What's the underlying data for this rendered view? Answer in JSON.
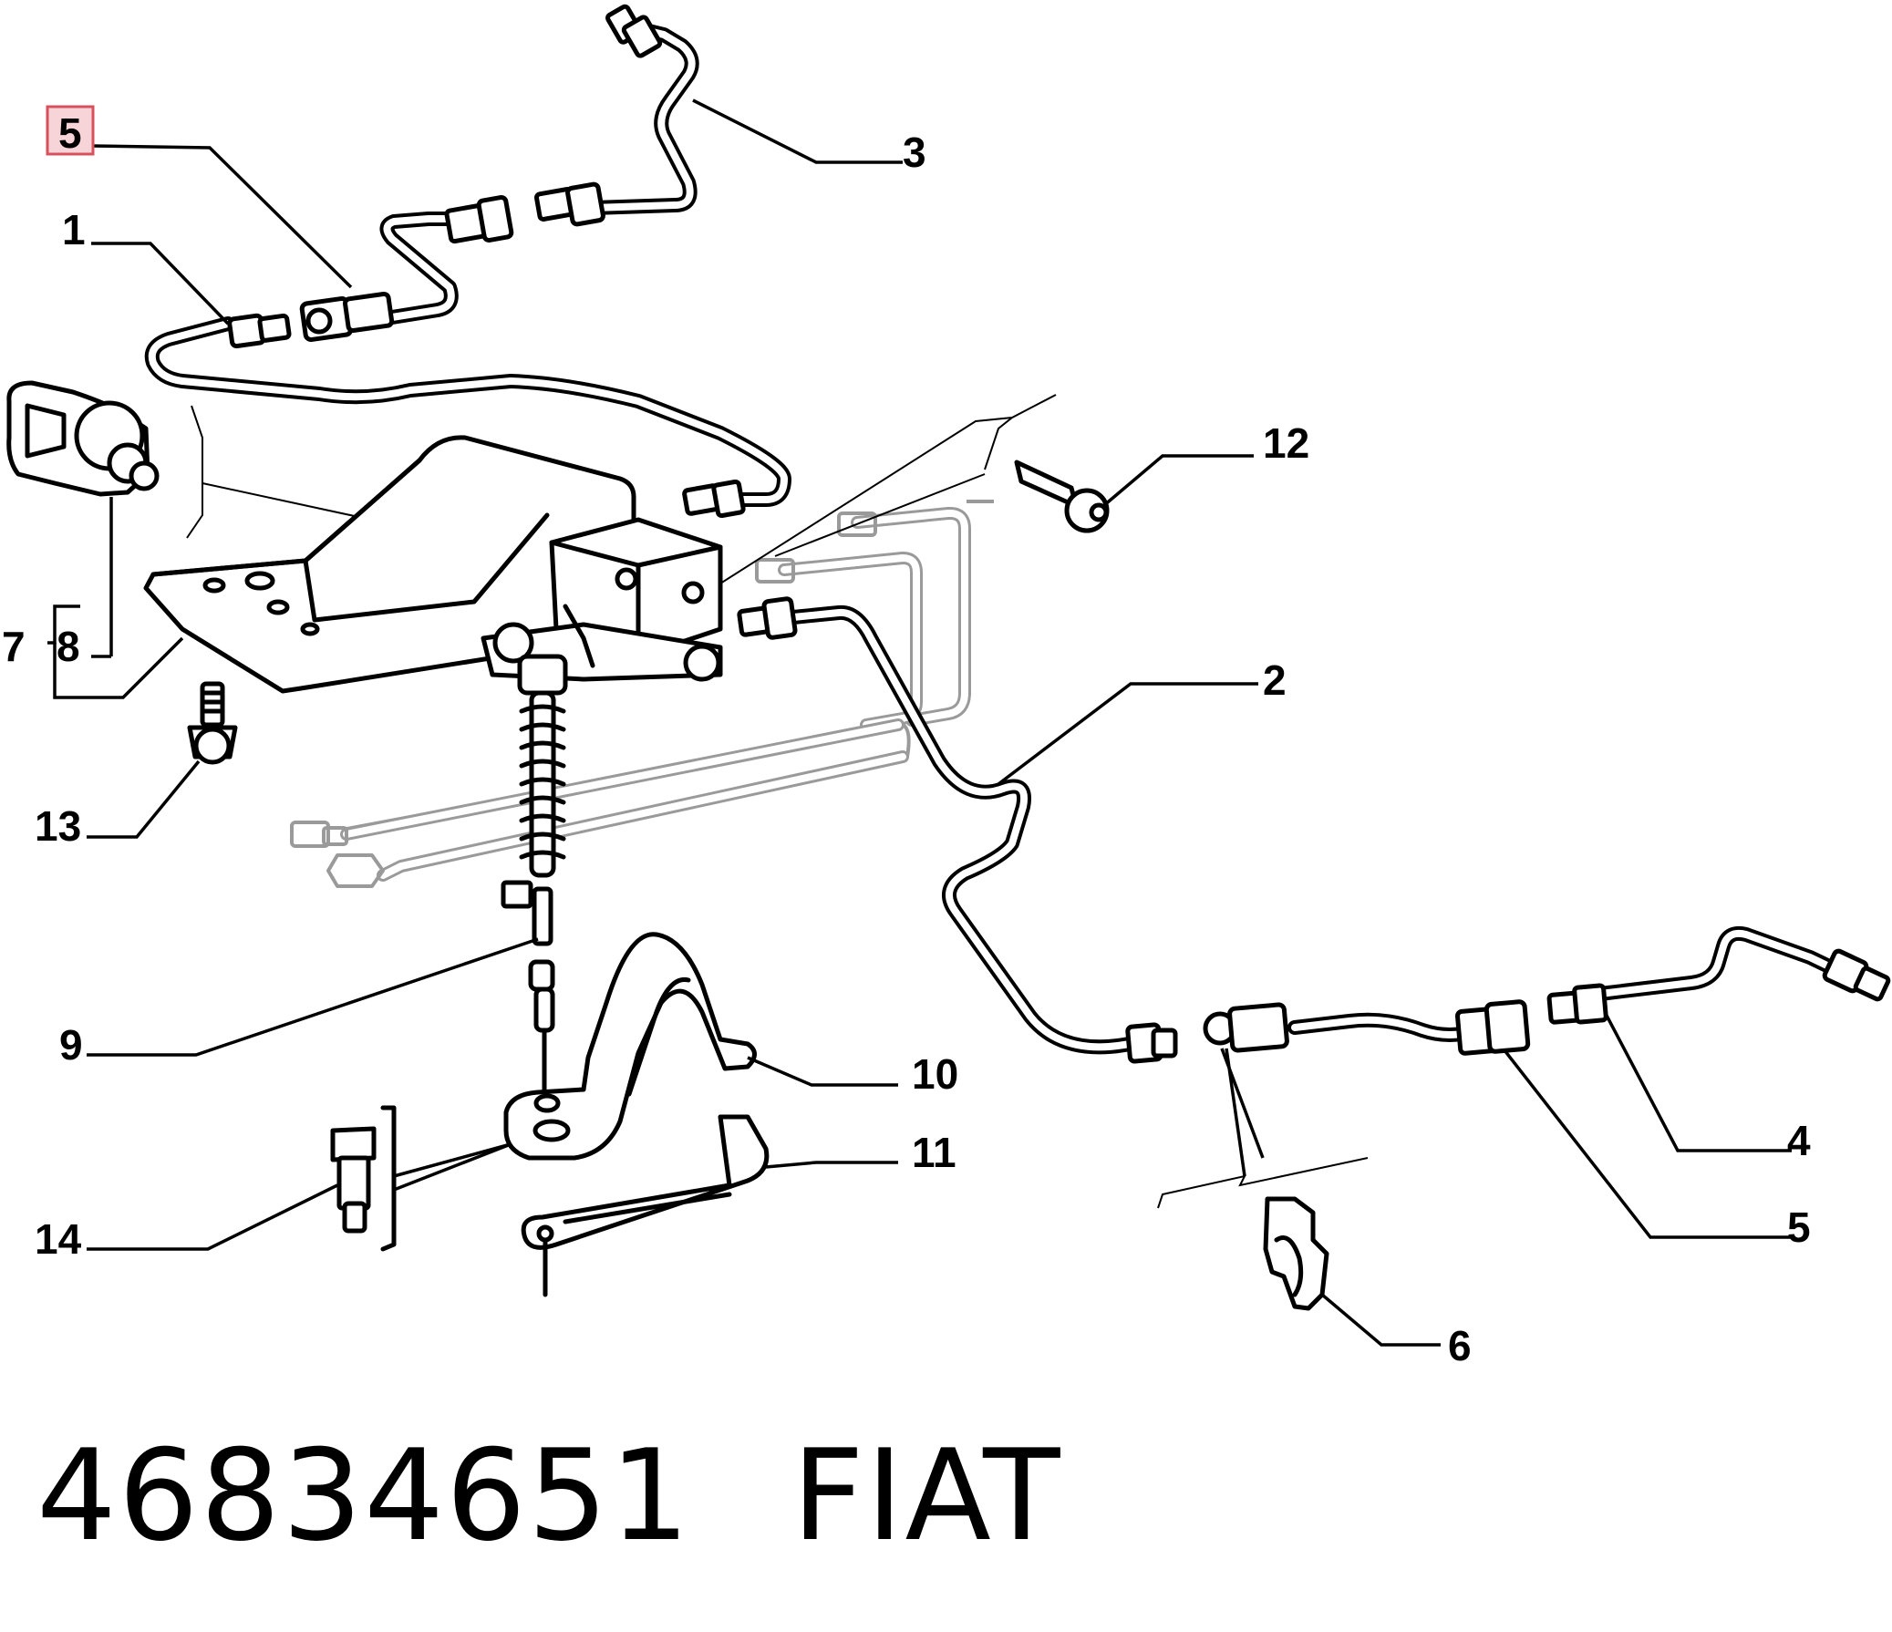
{
  "callouts": {
    "c1": "1",
    "c2": "2",
    "c3": "3",
    "c4": "4",
    "c5_top": "5",
    "c5_right": "5",
    "c6": "6",
    "c7": "7",
    "c8": "8",
    "c9": "9",
    "c10": "10",
    "c11": "11",
    "c12": "12",
    "c13": "13",
    "c14": "14"
  },
  "highlight": {
    "color": "#f7d4d8",
    "border": "#d9505d"
  },
  "footer": {
    "part_number": "46834651",
    "brand": "FIAT"
  }
}
